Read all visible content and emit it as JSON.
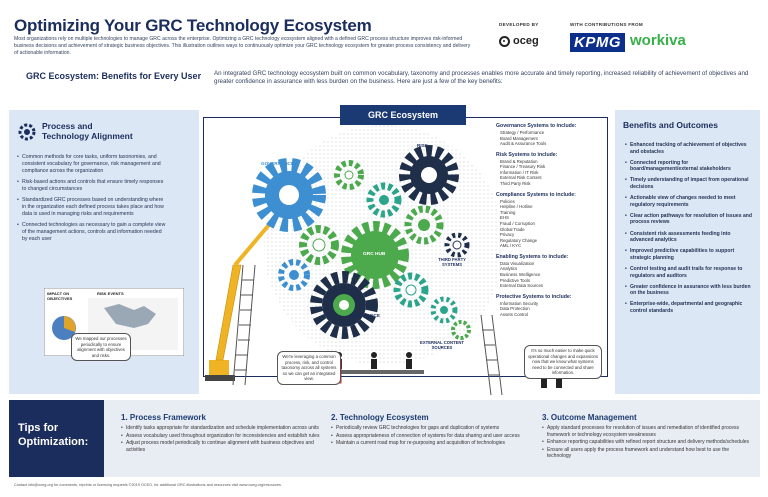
{
  "header": {
    "title": "Optimizing Your GRC Technology Ecosystem",
    "intro": "Most organizations rely on multiple technologies to manage GRC across the enterprise. Optimizing a GRC technology ecosystem aligned with a defined GRC process structure improves risk-informed business decisions and achievement of strategic business objectives. This illustration outlines ways to continuously optimize your GRC technology ecosystem for greater process consistency and delivery of actionable information."
  },
  "logos": {
    "developed_by_label": "DEVELOPED BY",
    "contributions_label": "WITH CONTRIBUTIONS FROM",
    "oceg": "oceg",
    "kpmg": "KPMG",
    "workiva": "workiva"
  },
  "ecosystem_intro": {
    "heading": "GRC Ecosystem: Benefits for Every User",
    "description": "An integrated GRC technology ecosystem built on common vocabulary, taxonomy and processes enables more accurate and timely reporting, increased reliability of achievement of objectives and greater confidence in assurance with less burden on the business. Here are just a few of the key benefits:"
  },
  "left_panel": {
    "title_line1": "Process and",
    "title_line2": "Technology Alignment",
    "items": [
      "Common methods for core tasks, uniform taxonomies, and consistent vocabulary for governance, risk management and compliance across the organization",
      "Risk-based actions and controls that ensure timely responses to changed circumstances",
      "Standardized GRC processes based on understanding where in the organization each defined process takes place and how data is used in managing risks and requirements",
      "Connected technologies as necessary to gain a complete view of the management actions, controls and information needed by each user"
    ],
    "mini_labels": {
      "impact": "IMPACT ON OBJECTIVES",
      "risk_events": "RISK EVENTS"
    }
  },
  "center": {
    "tab_title": "GRC Ecosystem",
    "labels": {
      "governance": "GOVERNANCE",
      "risk": "RISK",
      "grc_hub": "GRC HUB",
      "compliance": "COMPLIANCE",
      "third_party": "THIRD PARTY SYSTEMS",
      "external": "EXTERNAL CONTENT SOURCES",
      "risks_board": "RISKS"
    },
    "bubbles": {
      "mapped": "We mapped our processes periodically to ensure alignment with objectives and risks.",
      "leveraging": "We're leveraging a common process, risk, and control taxonomy across all systems so we can get an integrated view.",
      "easier": "It's so much easier to make quick operational changes and expansions now that we know what systems need to be connected and share information."
    },
    "systems": [
      {
        "title": "Governance Systems to include:",
        "items": [
          "Strategy / Performance",
          "Board Management",
          "Audit & Assurance Tools"
        ]
      },
      {
        "title": "Risk Systems to include:",
        "items": [
          "Brand & Reputation",
          "Finance / Treasury Risk",
          "Information / IT Risk",
          "External Risk Content",
          "Third Party Risk"
        ]
      },
      {
        "title": "Compliance Systems to include:",
        "items": [
          "Policies",
          "Helpline / Hotline",
          "Training",
          "EHS",
          "Fraud / Corruption",
          "Global Trade",
          "Privacy",
          "Regulatory Change",
          "AML / KYC"
        ]
      },
      {
        "title": "Enabling Systems to include:",
        "items": [
          "Data Visualization",
          "Analytics",
          "Business Intelligence",
          "Predictive Tools",
          "External Data Sources"
        ]
      },
      {
        "title": "Protective Systems to include:",
        "items": [
          "Information Security",
          "Data Protection",
          "Assets Control"
        ]
      }
    ]
  },
  "right_panel": {
    "title": "Benefits and Outcomes",
    "items": [
      "Enhanced tracking of achievement of objectives and obstacles",
      "Connected reporting for board/management/external stakeholders",
      "Timely understanding of impact from operational decisions",
      "Actionable view of changes needed to meet regulatory requirements",
      "Clear action pathways for resolution of issues and process reviews",
      "Consistent risk assessments feeding into advanced analytics",
      "Improved predictive capabilities to support strategic planning",
      "Control testing and audit trails for response to regulators and auditors",
      "Greater confidence in assurance with less burden on the business",
      "Enterprise-wide, departmental and geographic control standards"
    ]
  },
  "tips": {
    "label_line1": "Tips for",
    "label_line2": "Optimization:",
    "columns": [
      {
        "title": "1. Process Framework",
        "items": [
          "Identify tasks appropriate for standardization and schedule implementation across units",
          "Assess vocabulary used throughout organization for inconsistencies and establish rules",
          "Adjust process model periodically to continue alignment with business objectives and activities"
        ]
      },
      {
        "title": "2. Technology Ecosystem",
        "items": [
          "Periodically review GRC technologies for gaps and duplication of systems",
          "Assess appropriateness of connection of systems for data sharing and user access",
          "Maintain a current road map for re-purposing and acquisition of technologies"
        ]
      },
      {
        "title": "3. Outcome Management",
        "items": [
          "Apply standard processes for resolution of issues and remediation of identified process framework or technology ecosystem weaknesses",
          "Enhance reporting capabilities with refined report structure and delivery methods/schedules",
          "Ensure all users apply the process framework and understand how best to use the technology"
        ]
      }
    ]
  },
  "footer": "Contact info@oceg.org for comments, reprints or licensing requests ©2019 OCEG. for additional GRC illustrations and resources visit www.oceg.org/resources",
  "colors": {
    "navy": "#1b2d5c",
    "panel": "#dbe7f4",
    "blue_gear": "#3d8fd1",
    "green_gear": "#4caa4d",
    "dark_gear": "#1f2f4a",
    "teal_gear": "#2aa58c",
    "crane": "#f0b323"
  }
}
